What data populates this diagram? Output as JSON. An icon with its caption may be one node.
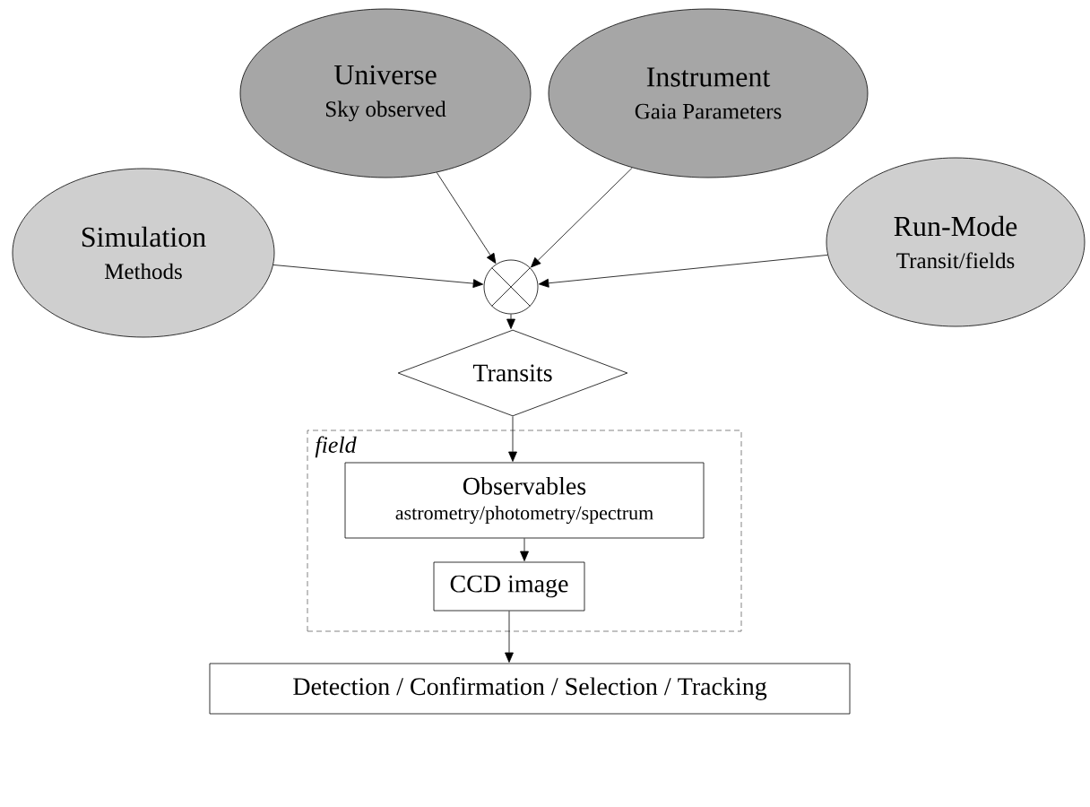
{
  "diagram": {
    "nodes": [
      {
        "text": [
          "Universe",
          "Sky observed"
        ]
      },
      {
        "text": [
          "Instrument",
          "Gaia Parameters"
        ]
      },
      {
        "text": [
          "Simulation",
          "Methods"
        ]
      },
      {
        "text": [
          "Run-Mode",
          "Transit/fields"
        ]
      },
      {
        "text": [],
        "shape": "circle"
      },
      {
        "text": [
          "Transits"
        ]
      },
      {
        "text": [
          "field"
        ]
      },
      {
        "text": [
          "Observables",
          "astrometry/photometry/spectrum"
        ],
        "in": 6
      },
      {
        "text": [
          "CCD image"
        ],
        "in": 6
      },
      {
        "text": [
          "Detection / Confirmation / Selection / Tracking"
        ]
      }
    ],
    "edges": [
      {
        "from": 0,
        "to": 4,
        "arrow": "to"
      },
      {
        "from": 1,
        "to": 4,
        "arrow": "to"
      },
      {
        "from": 2,
        "to": 4,
        "arrow": "to"
      },
      {
        "from": 3,
        "to": 4,
        "arrow": "to"
      },
      {
        "from": 4,
        "to": 5,
        "arrow": "to"
      },
      {
        "from": 5,
        "to": 7,
        "arrow": "to"
      },
      {
        "from": 7,
        "to": 8,
        "arrow": "to"
      },
      {
        "from": 8,
        "to": 9,
        "arrow": "to"
      }
    ]
  }
}
